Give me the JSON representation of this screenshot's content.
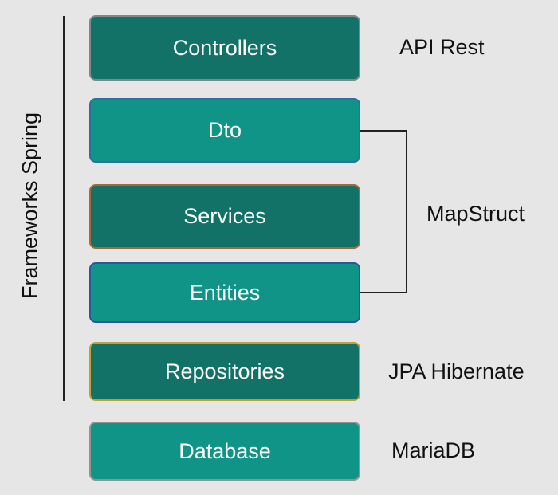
{
  "side_title": "Frameworks Spring",
  "layers": [
    {
      "label": "Controllers",
      "tone": "dark",
      "border_color": "#7f8a88"
    },
    {
      "label": "Dto",
      "tone": "light",
      "border_color": "#2d6fa0"
    },
    {
      "label": "Services",
      "tone": "dark",
      "border_color": "#a86838"
    },
    {
      "label": "Entities",
      "tone": "light",
      "border_color": "#2958a0"
    },
    {
      "label": "Repositories",
      "tone": "dark",
      "border_color": "#c0a030"
    },
    {
      "label": "Database",
      "tone": "light",
      "border_color": "#8e9694"
    }
  ],
  "annotations": {
    "api": "API Rest",
    "mapstruct": "MapStruct",
    "jpa": "JPA Hibernate",
    "db": "MariaDB"
  },
  "colors": {
    "background": "#e6e6e6",
    "dark_fill": "#127268",
    "light_fill": "#109488",
    "text_on_box": "#ffffff"
  }
}
